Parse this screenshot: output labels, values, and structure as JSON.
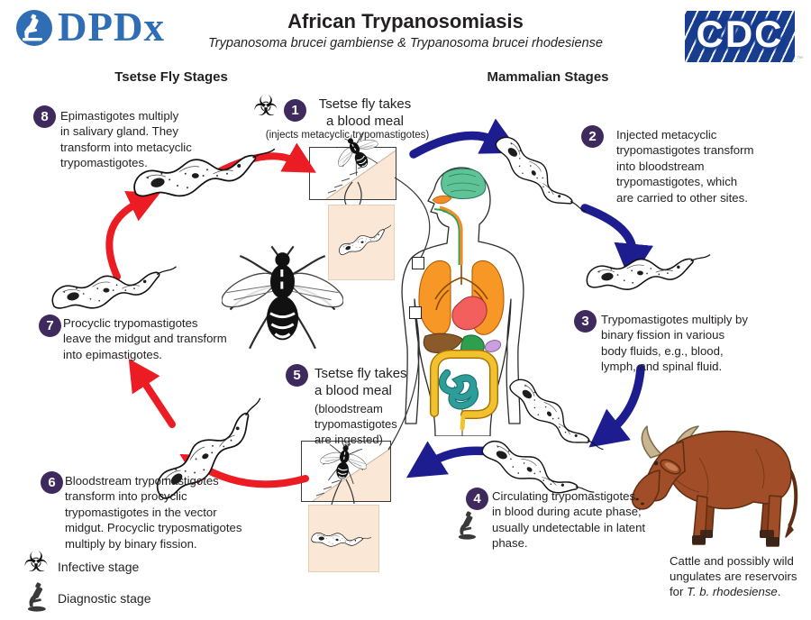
{
  "header": {
    "dpdx": "DPDx",
    "title": "African Trypanosomiasis",
    "subtitle": "Trypanosoma brucei gambiense & Trypanosoma brucei rhodesiense",
    "cdc": "CDC",
    "tm": "™"
  },
  "sections": {
    "tsetse": "Tsetse Fly Stages",
    "mammalian": "Mammalian Stages"
  },
  "steps": [
    {
      "num": "1",
      "title": "Tsetse fly takes\na blood meal",
      "subtext": "(injects metacyclic trypomastigotes)"
    },
    {
      "num": "2",
      "text": "Injected metacyclic\ntrypomastigotes transform\ninto bloodstream\ntrypomastigotes, which\nare carried to other sites."
    },
    {
      "num": "3",
      "text": "Trypomastigotes multiply by\nbinary fission in various\nbody fluids, e.g., blood,\nlymph, and spinal fluid."
    },
    {
      "num": "4",
      "text": "Circulating trypomastigotes\nin blood during acute phase;\nusually undetectable in latent\nphase."
    },
    {
      "num": "5",
      "title": "Tsetse fly takes\na blood meal",
      "subtext": "(bloodstream\ntrypomastigotes\nare ingested)"
    },
    {
      "num": "6",
      "text": "Bloodstream trypomastigotes\ntransform into procyclic\ntrypomastigotes in the vector\nmidgut. Procyclic tryposmatigotes\nmultiply by binary fission."
    },
    {
      "num": "7",
      "text": "Procyclic trypomastigotes\nleave the midgut and transform\ninto epimastigotes."
    },
    {
      "num": "8",
      "text": "Epimastigotes multiply\nin salivary gland. They\ntransform into metacyclic\ntrypomastigotes."
    }
  ],
  "legend": {
    "infective": "Infective stage",
    "diagnostic": "Diagnostic stage",
    "biohazard_glyph": "☣"
  },
  "cattle_caption": {
    "line": "Cattle and possibly wild\nungulates are reservoirs\nfor ",
    "species": "T. b. rhodesiense",
    "period": "."
  },
  "colors": {
    "tsetse_cycle_arrow": "#ec1c24",
    "mammal_cycle_arrow": "#1d1d8f",
    "step_number_circle": "#3f2a5e",
    "inset_skin": "#fbe7d5",
    "cdc_blue": "#1a3e8f",
    "dpdx_blue": "#2f6db5",
    "cattle_brown": "#a14e28"
  }
}
